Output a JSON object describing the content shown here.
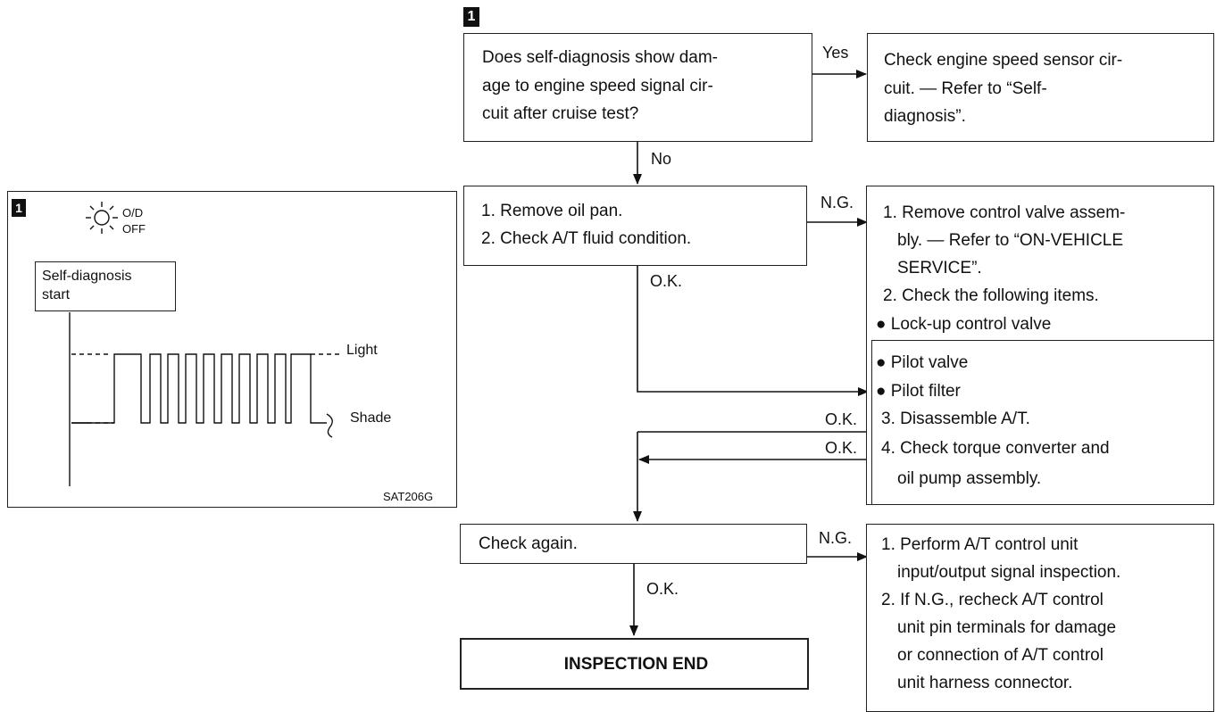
{
  "marker": "1",
  "q1": {
    "lines": [
      "Does self-diagnosis show dam-",
      "age to engine speed signal cir-",
      "cuit after cruise test?"
    ]
  },
  "r1": {
    "lines": [
      "Check engine speed sensor cir-",
      "cuit. — Refer to “Self-",
      "diagnosis”."
    ]
  },
  "s2": {
    "lines": [
      "1. Remove oil pan.",
      "2. Check A/T fluid condition."
    ]
  },
  "r2": {
    "lines": [
      "1. Remove control valve assem-",
      "bly. — Refer to “ON-VEHICLE",
      "SERVICE”.",
      "2. Check the following items.",
      "● Lock-up control valve"
    ]
  },
  "r2b": {
    "lines": [
      "● Pilot valve",
      "● Pilot filter",
      "3. Disassemble A/T.",
      "4. Check torque converter and",
      "oil pump assembly."
    ]
  },
  "s3": {
    "text": "Check again."
  },
  "r3": {
    "lines": [
      "1. Perform A/T control unit",
      "input/output signal inspection.",
      "2. If N.G., recheck A/T control",
      "unit pin terminals for damage",
      "or connection of A/T control",
      "unit harness connector."
    ]
  },
  "end": {
    "text": "INSPECTION END"
  },
  "labels": {
    "yes": "Yes",
    "no": "No",
    "ng": "N.G.",
    "ok": "O.K."
  },
  "inset": {
    "marker": "1",
    "indicator": [
      "O/D",
      "OFF"
    ],
    "start": [
      "Self-diagnosis",
      "start"
    ],
    "light": "Light",
    "shade": "Shade",
    "code": "SAT206G"
  }
}
